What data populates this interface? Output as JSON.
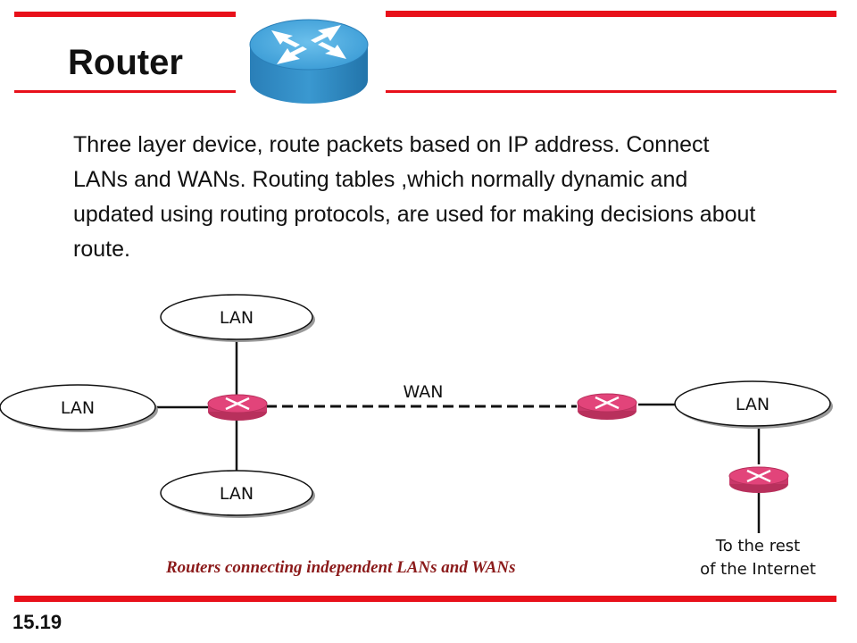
{
  "slide": {
    "title": "Router",
    "body": "Three layer device, route packets based on IP address. Connect LANs and WANs. Routing tables ,which normally dynamic and updated using routing protocols, are used for making decisions about route.",
    "slide_number": "15.19",
    "accent_color": "#e8101a",
    "router_icon": "router-cylinder-icon"
  },
  "figure": {
    "lan_top": "LAN",
    "lan_left": "LAN",
    "lan_bottom": "LAN",
    "lan_right": "LAN",
    "wan_label": "WAN",
    "internet_line1": "To the rest",
    "internet_line2": "of the Internet",
    "caption": "Routers connecting independent LANs and WANs",
    "router_color": "#e2447a",
    "router_icon": "router-x-icon"
  }
}
